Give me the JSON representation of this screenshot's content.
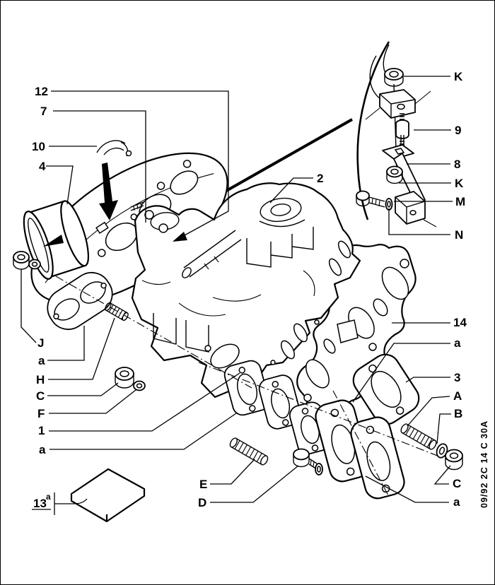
{
  "figure": {
    "kind": "exploded-parts-line-drawing"
  },
  "footer": {
    "code": "09/92 2C 14 C 30A"
  },
  "callouts": {
    "c12": {
      "label": "12"
    },
    "c7": {
      "label": "7"
    },
    "c10": {
      "label": "10"
    },
    "c4": {
      "label": "4"
    },
    "cJ": {
      "label": "J"
    },
    "ca1": {
      "label": "a"
    },
    "cH": {
      "label": "H"
    },
    "cCl": {
      "label": "C"
    },
    "cF": {
      "label": "F"
    },
    "c1": {
      "label": "1"
    },
    "ca2": {
      "label": "a"
    },
    "c13": {
      "label": "13",
      "sup": "a"
    },
    "cE": {
      "label": "E"
    },
    "cD": {
      "label": "D"
    },
    "c2": {
      "label": "2"
    },
    "cK1": {
      "label": "K"
    },
    "c9": {
      "label": "9"
    },
    "c8": {
      "label": "8"
    },
    "cK2": {
      "label": "K"
    },
    "cM": {
      "label": "M"
    },
    "cN": {
      "label": "N"
    },
    "c14": {
      "label": "14"
    },
    "ca3": {
      "label": "a"
    },
    "c3": {
      "label": "3"
    },
    "cA": {
      "label": "A"
    },
    "cB": {
      "label": "B"
    },
    "cCr": {
      "label": "C"
    },
    "ca4": {
      "label": "a"
    }
  }
}
